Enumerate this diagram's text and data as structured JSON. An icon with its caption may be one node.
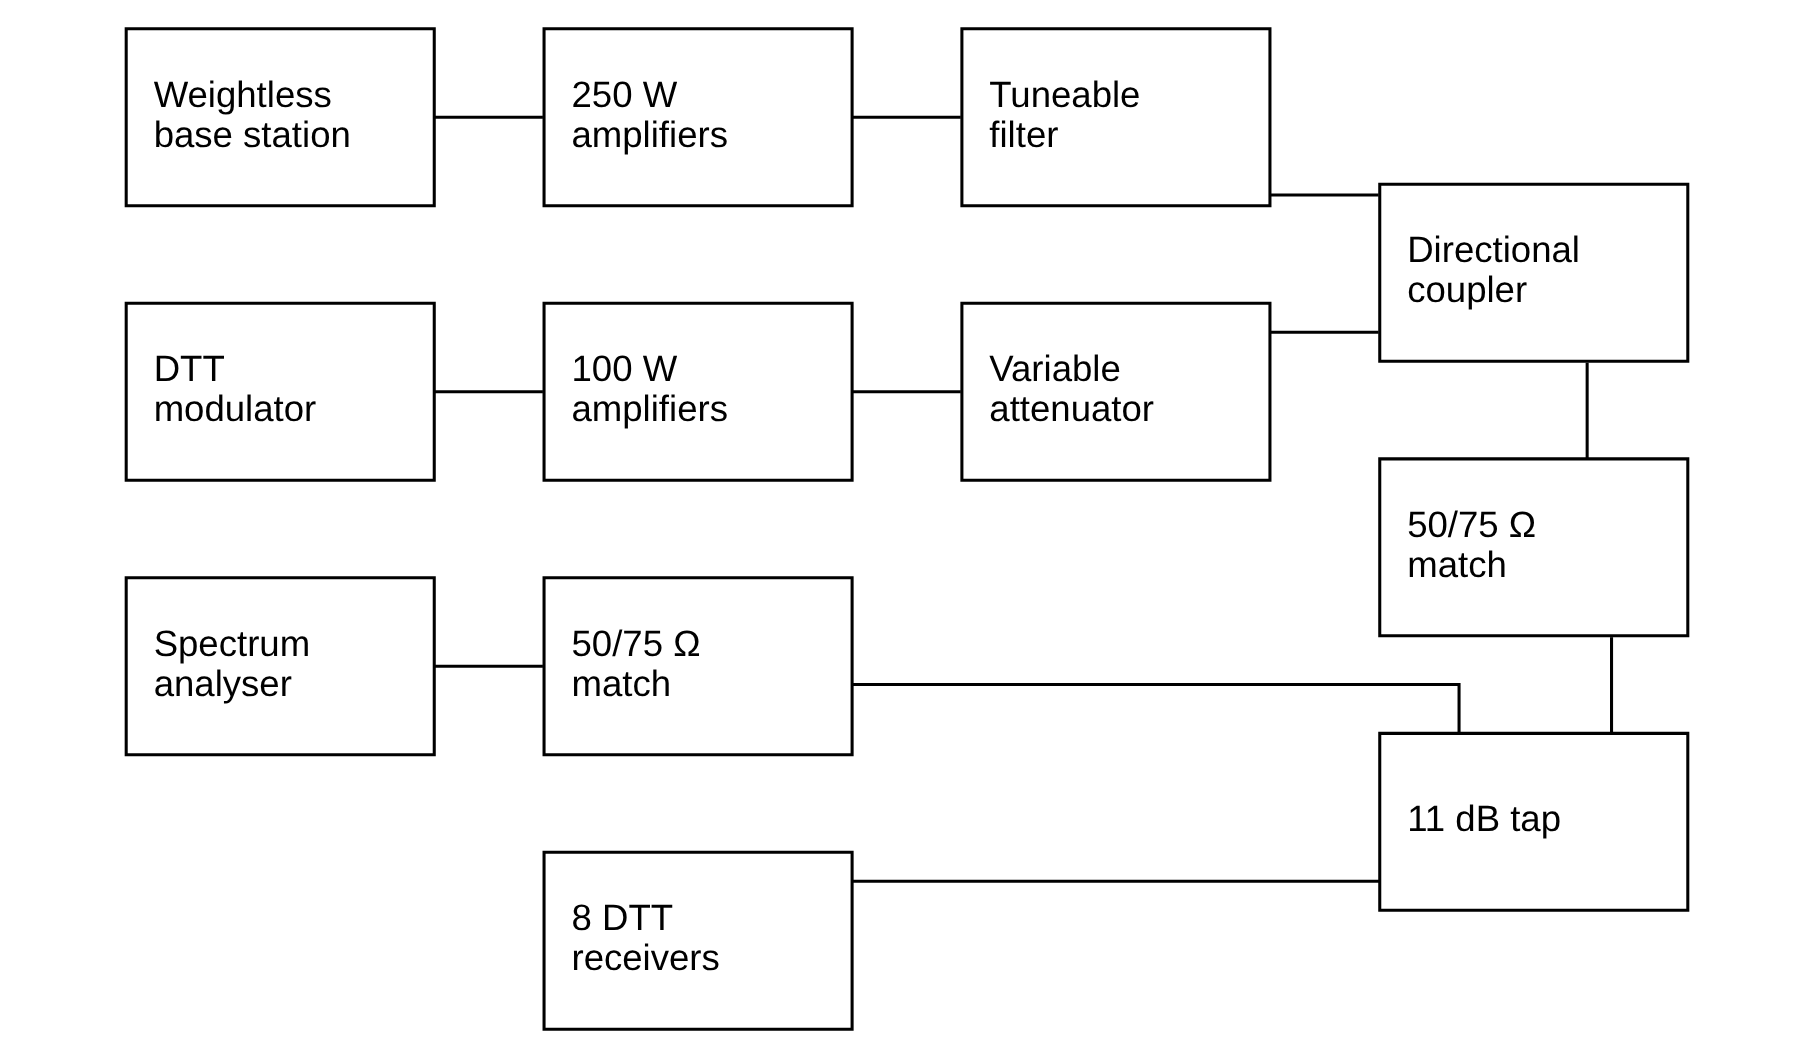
{
  "diagram": {
    "nodes": [
      {
        "text": [
          "Weightless base station"
        ]
      },
      {
        "text": [
          "250 W amplifiers"
        ]
      },
      {
        "text": [
          "Tuneable filter"
        ]
      },
      {
        "text": [
          "DTT modulator"
        ]
      },
      {
        "text": [
          "100 W amplifiers"
        ]
      },
      {
        "text": [
          "Variable attenuator"
        ]
      },
      {
        "text": [
          "Directional coupler"
        ]
      },
      {
        "text": [
          "Spectrum analyser"
        ]
      },
      {
        "text": [
          "50/75 Ω match"
        ]
      },
      {
        "text": [
          "50/75 Ω match"
        ]
      },
      {
        "text": [
          "8 DTT receivers"
        ]
      },
      {
        "text": [
          "11 dB tap"
        ]
      }
    ],
    "edges": [
      {
        "from": 0,
        "to": 1,
        "arrow": "none"
      },
      {
        "from": 1,
        "to": 2,
        "arrow": "none"
      },
      {
        "from": 2,
        "to": 6,
        "arrow": "none"
      },
      {
        "from": 3,
        "to": 4,
        "arrow": "none"
      },
      {
        "from": 4,
        "to": 5,
        "arrow": "none"
      },
      {
        "from": 5,
        "to": 6,
        "arrow": "none"
      },
      {
        "from": 6,
        "to": 9,
        "arrow": "none"
      },
      {
        "from": 7,
        "to": 8,
        "arrow": "none"
      },
      {
        "from": 9,
        "to": 11,
        "arrow": "none"
      },
      {
        "from": 8,
        "to": 11,
        "arrow": "none"
      },
      {
        "from": 10,
        "to": 11,
        "arrow": "none"
      }
    ]
  }
}
